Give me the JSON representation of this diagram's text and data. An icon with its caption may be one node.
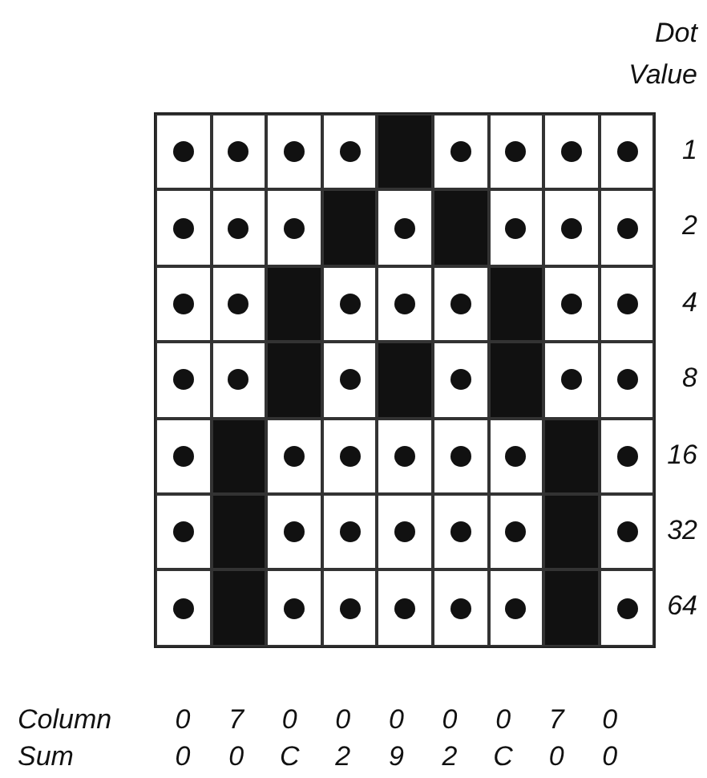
{
  "diagram": {
    "labels": [
      "Dot Value",
      "1",
      "2",
      "4",
      "8",
      "16",
      "32",
      "64",
      "Column",
      "0",
      "7",
      "0",
      "0",
      "0",
      "0",
      "0",
      "7",
      "0",
      "Sum",
      "0",
      "0",
      "C",
      "2",
      "9",
      "2",
      "C",
      "0",
      "0"
    ]
  }
}
